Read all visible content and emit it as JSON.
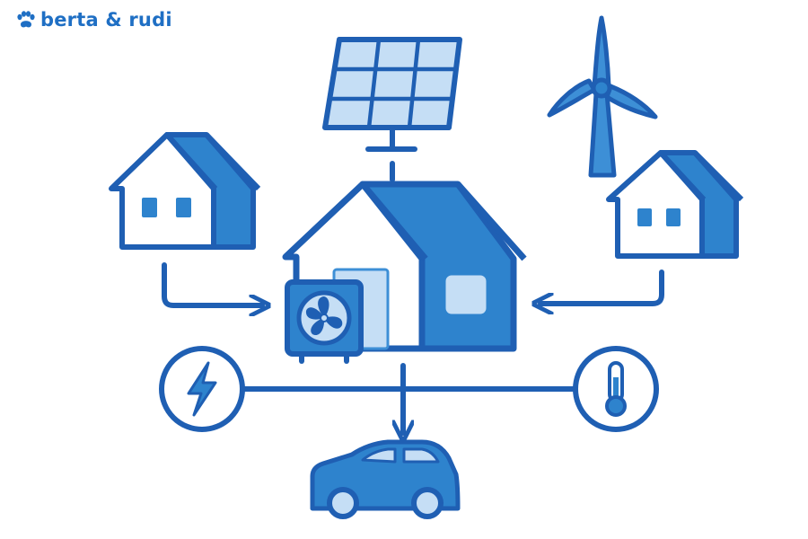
{
  "brand": {
    "name": "berta & rudi",
    "logo_icon": "paw-icon"
  },
  "colors": {
    "stroke": "#1f5fb3",
    "fill_dark": "#2e83cd",
    "fill_mid": "#3d8fd6",
    "fill_light": "#c5def5",
    "background": "#ffffff"
  },
  "diagram": {
    "nodes": [
      {
        "id": "solar-panel",
        "icon": "solar-panel-icon"
      },
      {
        "id": "wind-turbine",
        "icon": "wind-turbine-icon"
      },
      {
        "id": "house-left",
        "icon": "house-icon"
      },
      {
        "id": "house-right",
        "icon": "house-icon"
      },
      {
        "id": "central-house-heat-pump",
        "icon": "heat-pump-icon"
      },
      {
        "id": "electricity",
        "icon": "lightning-bolt-icon"
      },
      {
        "id": "temperature",
        "icon": "thermometer-icon"
      },
      {
        "id": "electric-car",
        "icon": "car-icon"
      }
    ],
    "connections": [
      {
        "from": "house-left",
        "to": "central-house-heat-pump",
        "arrow": true
      },
      {
        "from": "house-right",
        "to": "central-house-heat-pump",
        "arrow": true
      },
      {
        "from": "solar-panel",
        "to": "central-house-heat-pump",
        "arrow": false
      },
      {
        "from": "central-house-heat-pump",
        "to": "electric-car",
        "arrow": true
      },
      {
        "from": "electricity",
        "to": "temperature",
        "arrow": false
      }
    ]
  }
}
